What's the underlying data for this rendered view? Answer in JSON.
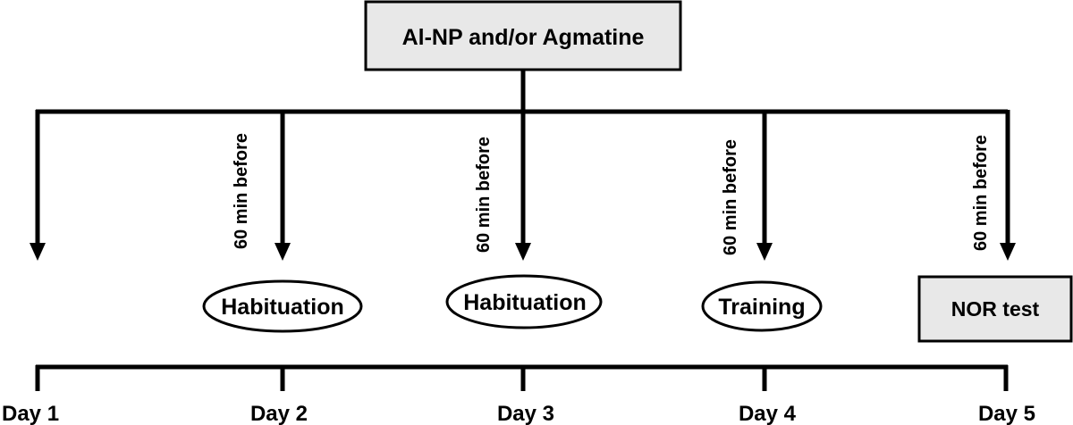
{
  "diagram": {
    "treatment_label": "Al-NP and/or Agmatine",
    "timing_label": "60 min before",
    "stages": [
      {
        "label": "Habituation",
        "shape": "ellipse"
      },
      {
        "label": "Habituation",
        "shape": "ellipse"
      },
      {
        "label": "Training",
        "shape": "ellipse"
      },
      {
        "label": "NOR test",
        "shape": "box"
      }
    ],
    "days": [
      "Day 1",
      "Day 2",
      "Day 3",
      "Day 4",
      "Day 5"
    ],
    "colors": {
      "line": "#000000",
      "box_fill": "#e8e8e8",
      "ellipse_fill": "#ffffff"
    }
  }
}
